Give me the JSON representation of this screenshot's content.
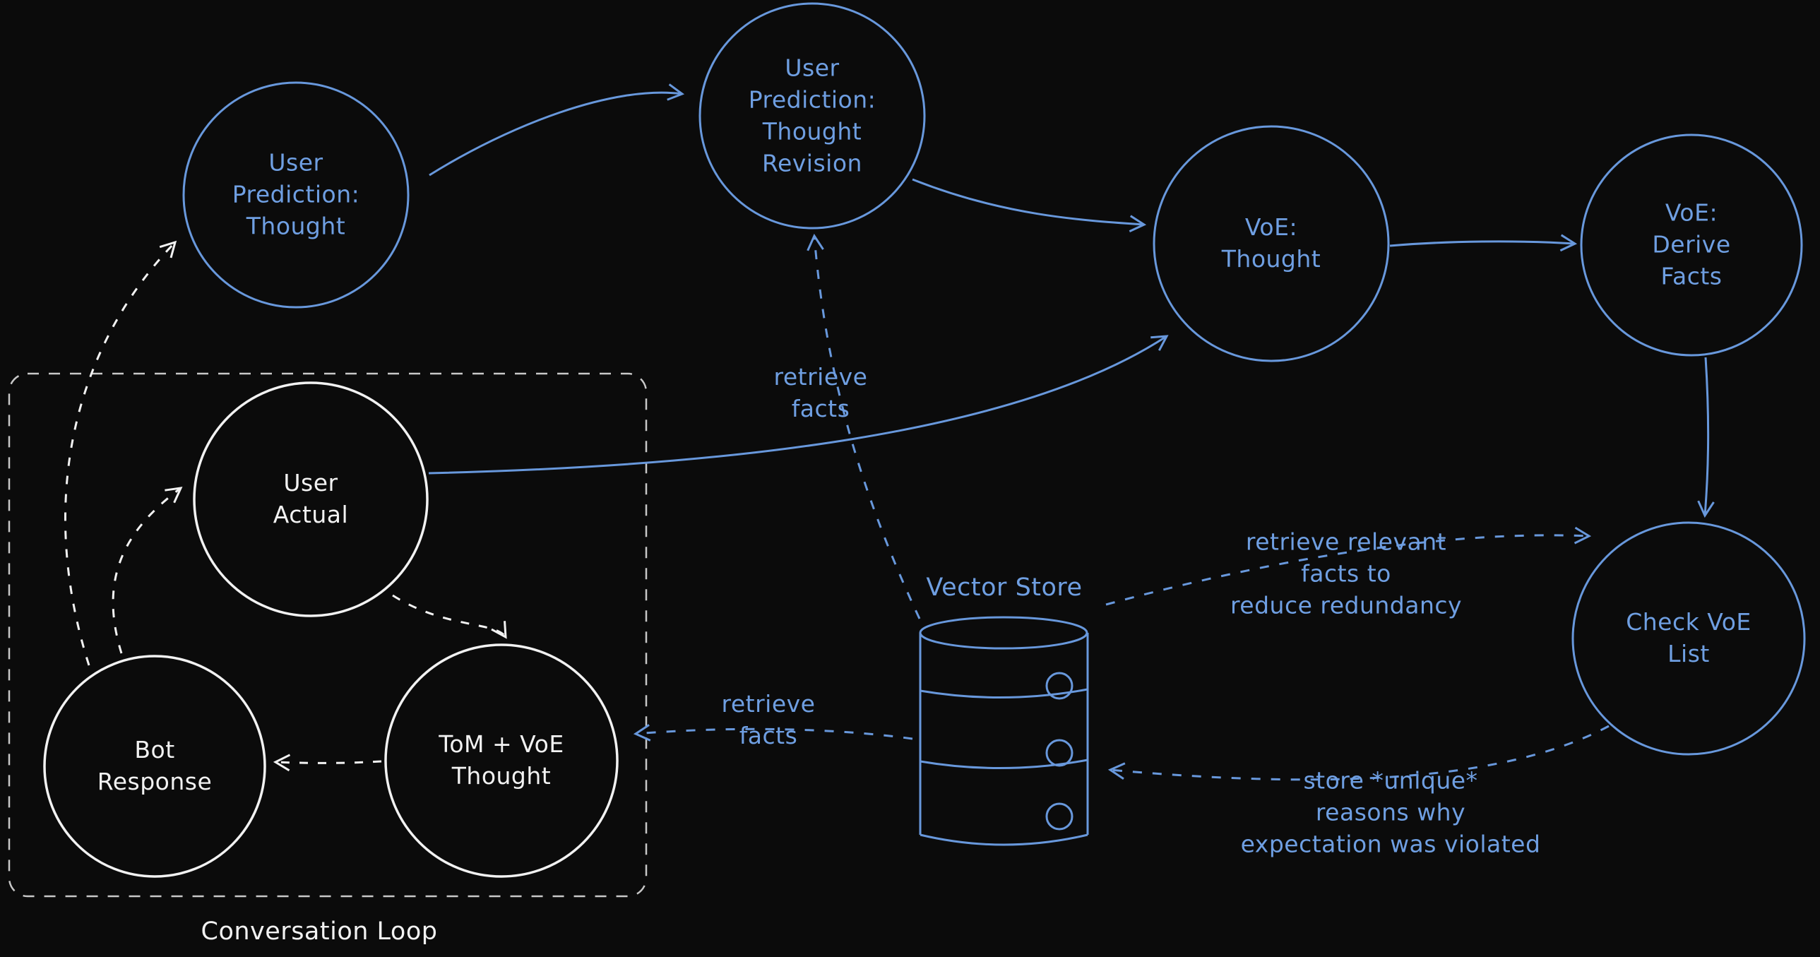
{
  "diagram": {
    "background": "#0b0b0b",
    "colors": {
      "blue": "#6898dc",
      "blue_text": "#6f9fe2",
      "white": "#f2f2f2",
      "loop_border": "#c8c8c8"
    },
    "nodes": {
      "user_prediction_thought": "User\nPrediction:\nThought",
      "user_prediction_thought_revision": "User\nPrediction:\nThought\nRevision",
      "voe_thought": "VoE:\nThought",
      "voe_derive_facts": "VoE: Derive\nFacts",
      "check_voe_list": "Check VoE\nList",
      "user_actual": "User\nActual",
      "bot_response": "Bot\nResponse",
      "tom_voe_thought": "ToM + VoE\nThought"
    },
    "labels": {
      "vector_store": "Vector Store",
      "conversation_loop": "Conversation Loop",
      "retrieve_facts_top": "retrieve\nfacts",
      "retrieve_facts_left": "retrieve\nfacts",
      "retrieve_relevant": "retrieve relevant\nfacts to\nreduce redundancy",
      "store_unique": "store *unique*\nreasons why\nexpectation was violated"
    }
  }
}
